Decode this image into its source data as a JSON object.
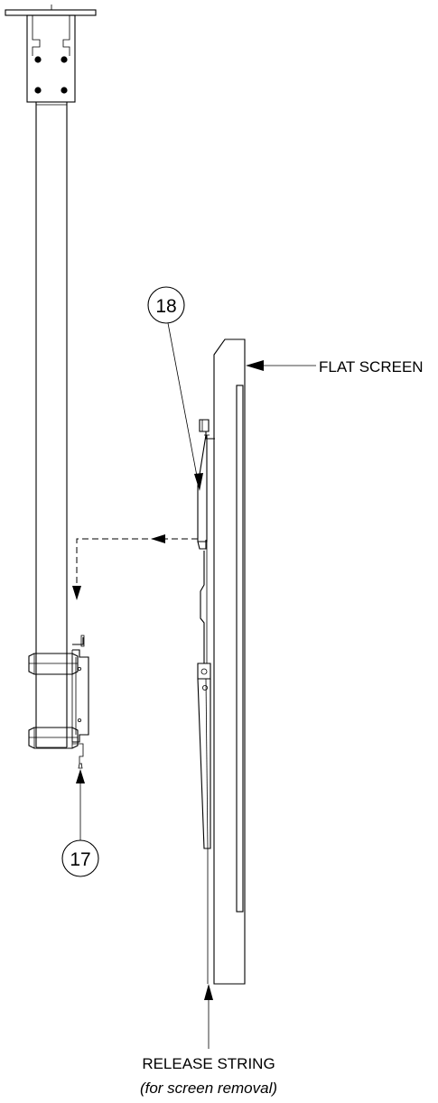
{
  "callouts": {
    "part_17": "17",
    "part_18": "18"
  },
  "labels": {
    "flat_screen": "FLAT SCREEN",
    "release_string": "RELEASE STRING",
    "release_note": "(for screen removal)"
  },
  "colors": {
    "line": "#000000",
    "background": "#ffffff"
  }
}
